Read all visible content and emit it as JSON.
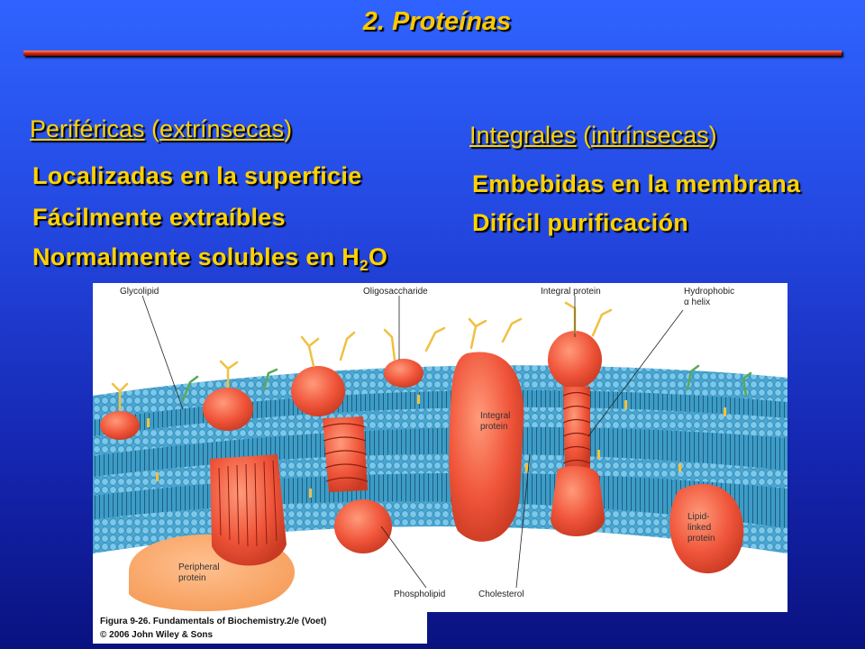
{
  "title": "2. Proteínas",
  "left": {
    "heading_main": "Periféricas",
    "heading_paren_open": " (",
    "heading_sub": "extrínsecas",
    "heading_paren_close": ")",
    "items": [
      "Localizadas en la superficie",
      "Fácilmente extraíbles",
      "Normalmente solubles en H"
    ],
    "formula_sub": "2",
    "formula_tail": "O"
  },
  "right": {
    "heading_main": "Integrales",
    "heading_paren_open": " (",
    "heading_sub": "intrínsecas",
    "heading_paren_close": ")",
    "items": [
      "Embebidas en la membrana",
      "Difícil purificación"
    ]
  },
  "figure": {
    "labels": {
      "glycolipid": "Glycolipid",
      "oligosaccharide": "Oligosaccharide",
      "integral_protein_top": "Integral protein",
      "hydrophobic_1": "Hydrophobic",
      "hydrophobic_2": "α helix",
      "integral_in_1": "Integral",
      "integral_in_2": "protein",
      "peripheral_1": "Peripheral",
      "peripheral_2": "protein",
      "lipid_1": "Lipid-",
      "lipid_2": "linked",
      "lipid_3": "protein",
      "phospholipid": "Phospholipid",
      "cholesterol": "Cholesterol"
    }
  },
  "caption": {
    "line1": "Figura 9-26. Fundamentals of Biochemistry.2/e (Voet)",
    "line2": "© 2006 John Wiley & Sons"
  }
}
